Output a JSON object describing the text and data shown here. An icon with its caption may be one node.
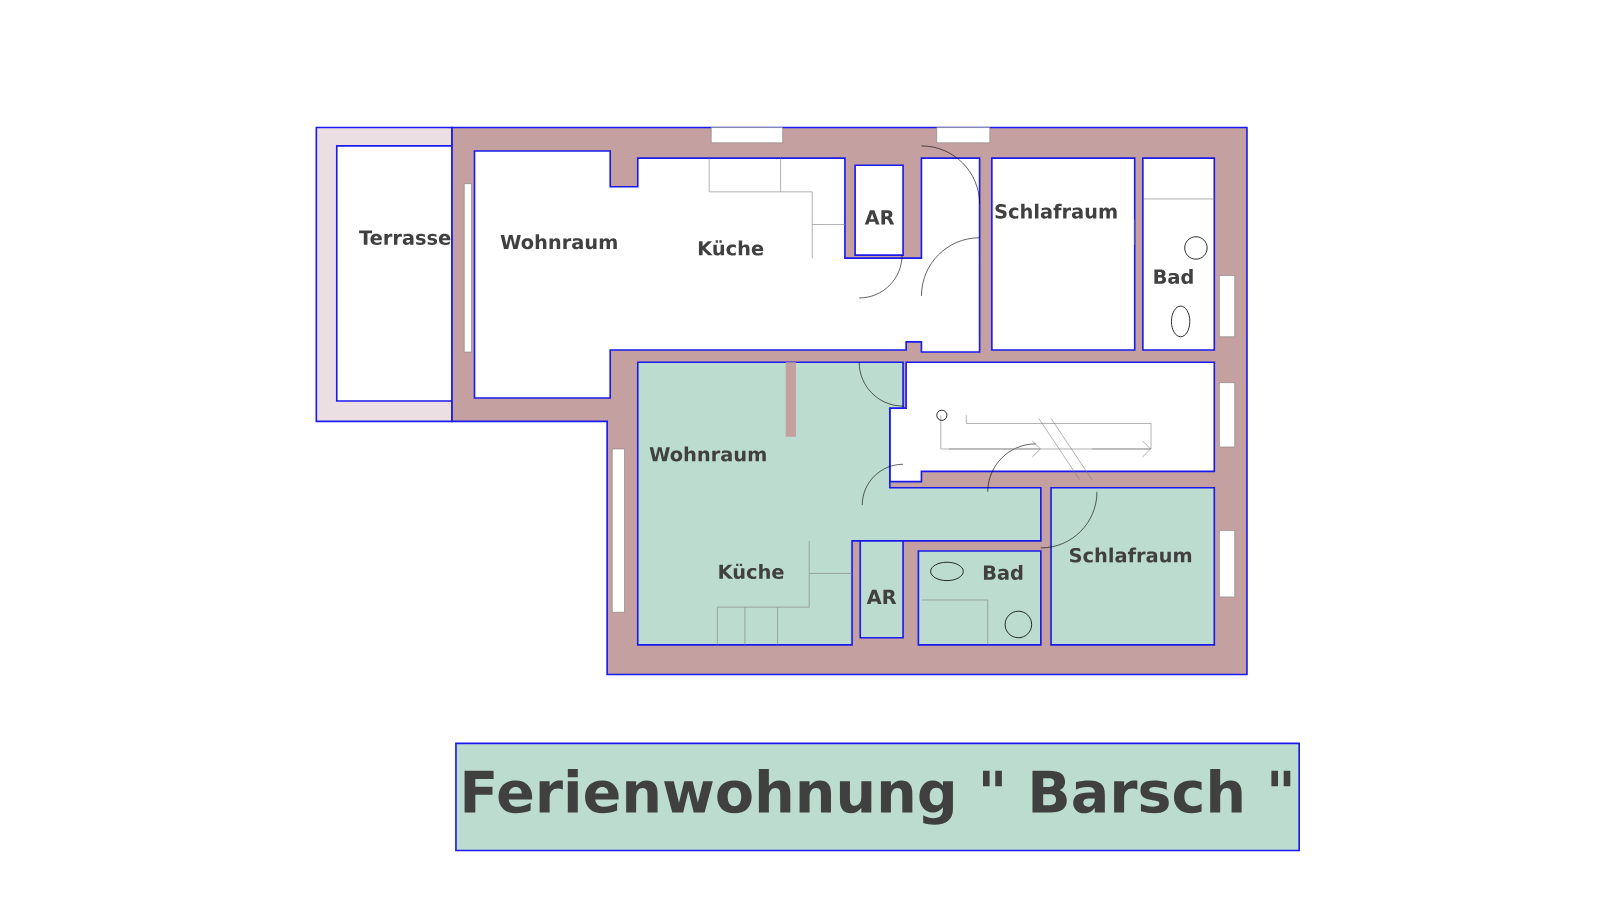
{
  "diagram": {
    "title": "Ferienwohnung \" Barsch \"",
    "labels": [
      "Terrasse",
      "Wohnraum",
      "Küche",
      "AR",
      "Schlafraum",
      "Bad",
      "Wohnraum",
      "Küche",
      "AR",
      "Bad",
      "Schlafraum"
    ]
  }
}
